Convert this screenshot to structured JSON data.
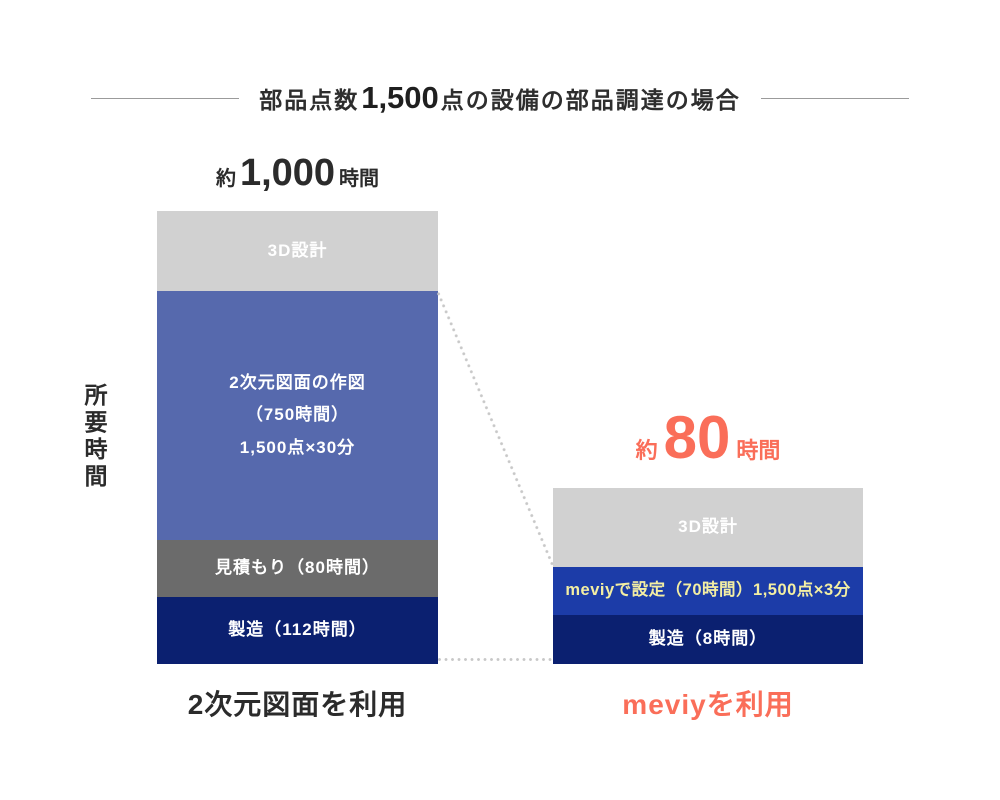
{
  "title": {
    "prefix": "部品点数",
    "highlight": "1,500",
    "suffix": "点の設備の部品調達の場合"
  },
  "y_axis_label": "所要時間",
  "left_bar": {
    "total_prefix": "約",
    "total_value": "1,000",
    "total_suffix": "時間",
    "seg_design": "3D設計",
    "seg_draw_line1": "2次元図面の作図",
    "seg_draw_line2": "（750時間）",
    "seg_draw_line3": "1,500点×30分",
    "seg_quote": "見積もり（80時間）",
    "seg_mfg": "製造（112時間）",
    "bottom_label": "2次元図面を利用"
  },
  "right_bar": {
    "total_prefix": "約",
    "total_value": "80",
    "total_suffix": "時間",
    "seg_design": "3D設計",
    "seg_meviy": "meviyで設定（70時間）1,500点×3分",
    "seg_mfg": "製造（8時間）",
    "bottom_label": "meviyを利用"
  },
  "colors": {
    "accent_orange": "#fa6e59",
    "segment_light_gray": "#d1d1d1",
    "segment_muted_blue": "#5669ad",
    "segment_dark_gray": "#6b6b6b",
    "segment_navy": "#0b2070",
    "segment_bright_blue": "#1c3ca8",
    "meviy_segment_text_yellow": "#f3eea3",
    "text_dark": "#2b2b2b",
    "dotted_line_gray": "#c8c8c8"
  },
  "chart_data": {
    "type": "bar",
    "subtype": "stacked-comparison",
    "title": "部品点数1,500点の設備の部品調達の場合",
    "ylabel": "所要時間",
    "xlabel": "",
    "grid": false,
    "legend_position": "none",
    "categories": [
      "2次元図面を利用",
      "meviyを利用"
    ],
    "bar_totals": [
      {
        "category": "2次元図面を利用",
        "label": "約1,000時間",
        "approx_hours": 1000
      },
      {
        "category": "meviyを利用",
        "label": "約80時間",
        "approx_hours": 80
      }
    ],
    "stacks": [
      {
        "category": "2次元図面を利用",
        "segments": [
          {
            "name": "3D設計",
            "hours": null
          },
          {
            "name": "2次元図面の作図",
            "hours": 750,
            "detail": "1,500点×30分"
          },
          {
            "name": "見積もり",
            "hours": 80
          },
          {
            "name": "製造",
            "hours": 112
          }
        ]
      },
      {
        "category": "meviyを利用",
        "segments": [
          {
            "name": "3D設計",
            "hours": null
          },
          {
            "name": "meviyで設定",
            "hours": 70,
            "detail": "1,500点×3分"
          },
          {
            "name": "製造",
            "hours": 8
          }
        ]
      }
    ],
    "annotations": [
      "dotted connector from top of 2次元図面の作図 segment to top of meviyで設定 segment",
      "dotted connector along shared bar baseline"
    ]
  }
}
